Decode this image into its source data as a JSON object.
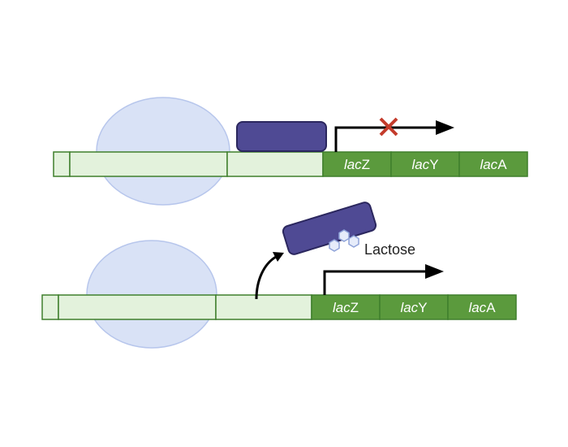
{
  "title": "",
  "colors": {
    "rnap": "#d9e2f6",
    "rnap_stroke": "#b7c6ec",
    "dna_light": "#e3f2dc",
    "dna_stroke": "#3f7f2c",
    "gene": "#5b9a3d",
    "repressor": "#4f4a94",
    "repressor_stroke": "#2b275e",
    "arrow": "#000000",
    "block_x": "#c43c2c",
    "lactose_fill": "#e6ecfa",
    "lactose_stroke": "#8ea2d8"
  },
  "panels": {
    "repressed": {
      "genes": [
        {
          "italic": "lac",
          "suffix": "Z"
        },
        {
          "italic": "lac",
          "suffix": "Y"
        },
        {
          "italic": "lac",
          "suffix": "A"
        }
      ],
      "blocked_icon": "x-icon"
    },
    "induced": {
      "genes": [
        {
          "italic": "lac",
          "suffix": "Z"
        },
        {
          "italic": "lac",
          "suffix": "Y"
        },
        {
          "italic": "lac",
          "suffix": "A"
        }
      ],
      "inducer_label": "Lactose"
    }
  }
}
